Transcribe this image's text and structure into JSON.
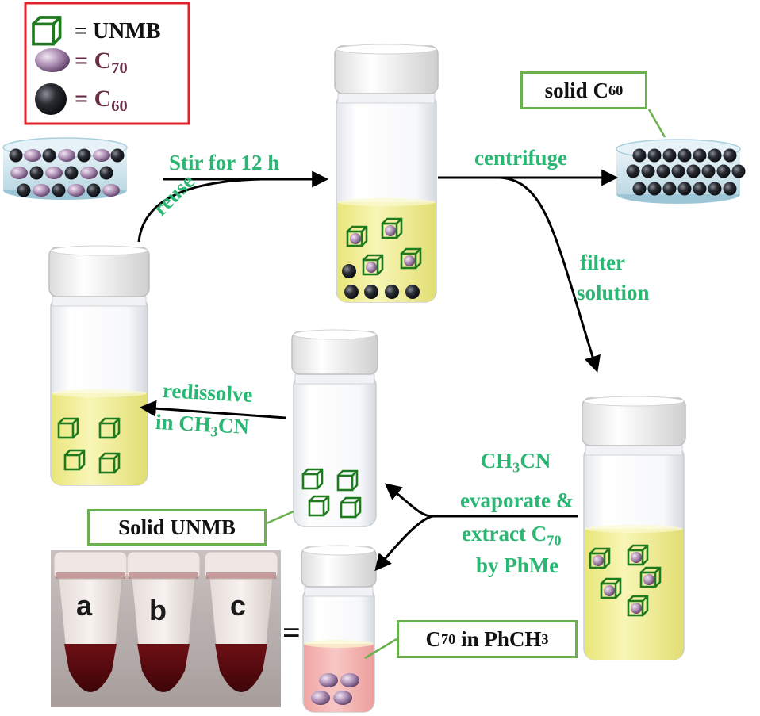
{
  "legend": {
    "cube_label": "= UNMB",
    "c70_eq": "= C",
    "c70_sub": "70",
    "c60_eq": "= C",
    "c60_sub": "60"
  },
  "steps": {
    "stir": "Stir for 12 h",
    "reuse": "reuse",
    "centrifuge": "centrifuge",
    "filter_line1": "filter",
    "filter_line2": "solution",
    "redissolve_line1": "redissolve",
    "redissolve_line2a": "in CH",
    "redissolve_line2_sub": "3",
    "redissolve_line2b": "CN",
    "evap_line1a": "CH",
    "evap_line1_sub": "3",
    "evap_line1b": "CN",
    "evap_line2": "evaporate &",
    "evap_line3a": "extract C",
    "evap_line3_sub": "70",
    "evap_line4": "by PhMe"
  },
  "boxes": {
    "solid_c60_a": "solid C",
    "solid_c60_sub": "60",
    "solid_unmb": "Solid UNMB",
    "c70_pre": "C",
    "c70_sub": "70",
    "c70_mid": " in PhCH",
    "c70_sub2": "3"
  },
  "photo": {
    "tube_a": "a",
    "tube_b": "b",
    "tube_c": "c",
    "equals": "="
  },
  "colors": {
    "label_green": "#2bb673",
    "box_border": "#6ab04c",
    "legend_border": "#e0202a",
    "cube_green": "#1f7a1f",
    "c70_purple": "#a07fa8",
    "c60_black": "#2a2a2e",
    "solution_yellow": "#f4f1a0",
    "solution_pink": "#f4b7b4"
  }
}
